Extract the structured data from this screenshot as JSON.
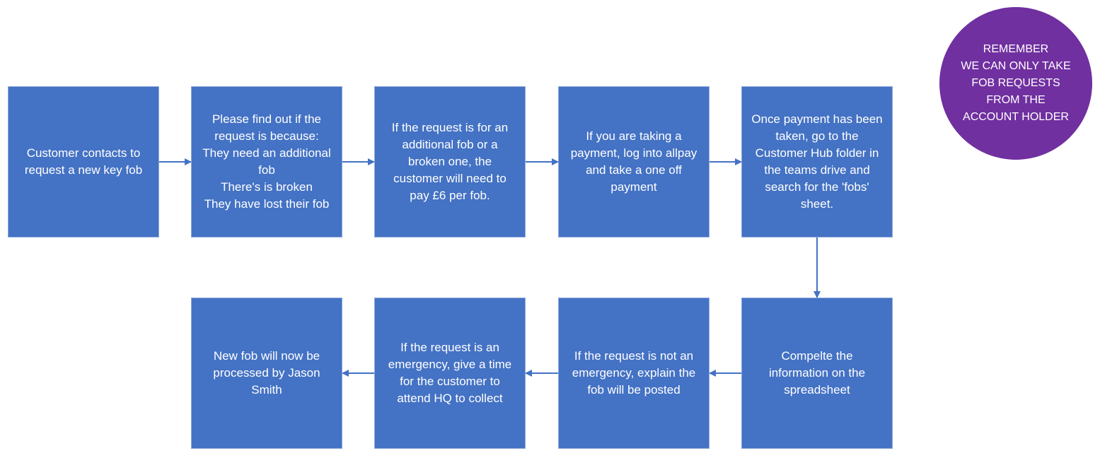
{
  "colors": {
    "box_fill": "#4472c4",
    "box_border": "#8faadc",
    "connector": "#4472c4",
    "reminder_fill": "#7030a0",
    "text": "#ffffff"
  },
  "nodes": [
    {
      "id": "n1",
      "lines": [
        "Customer contacts to",
        "request a new key fob"
      ]
    },
    {
      "id": "n2",
      "lines": [
        "Please find out if the",
        "request is because:",
        "They need an additional",
        "fob",
        "There's is broken",
        "They have lost their fob"
      ]
    },
    {
      "id": "n3",
      "lines": [
        "If the request is for an",
        "additional fob or a",
        "broken one, the",
        "customer will need to",
        "pay £6 per fob."
      ]
    },
    {
      "id": "n4",
      "lines": [
        "If you are taking a",
        "payment, log into allpay",
        "and take a one off",
        "payment"
      ]
    },
    {
      "id": "n5",
      "lines": [
        "Once payment has been",
        "taken, go to the",
        "Customer Hub folder in",
        "the teams drive and",
        "search for the 'fobs'",
        "sheet."
      ]
    },
    {
      "id": "n6",
      "lines": [
        "Compelte the",
        "information on the",
        "spreadsheet"
      ]
    },
    {
      "id": "n7",
      "lines": [
        "If the request is not an",
        "emergency, explain the",
        "fob will be posted"
      ]
    },
    {
      "id": "n8",
      "lines": [
        "If the request is  an",
        "emergency, give a time",
        "for the customer to",
        "attend HQ to collect"
      ]
    },
    {
      "id": "n9",
      "lines": [
        "New fob will now be",
        "processed by Jason",
        "Smith"
      ]
    }
  ],
  "edges": [
    {
      "from": "n1",
      "to": "n2"
    },
    {
      "from": "n2",
      "to": "n3"
    },
    {
      "from": "n3",
      "to": "n4"
    },
    {
      "from": "n4",
      "to": "n5"
    },
    {
      "from": "n5",
      "to": "n6"
    },
    {
      "from": "n6",
      "to": "n7"
    },
    {
      "from": "n7",
      "to": "n8"
    },
    {
      "from": "n8",
      "to": "n9"
    }
  ],
  "reminder": {
    "lines": [
      "REMEMBER",
      "WE CAN ONLY TAKE",
      "FOB REQUESTS",
      "FROM THE",
      "ACCOUNT HOLDER"
    ]
  }
}
